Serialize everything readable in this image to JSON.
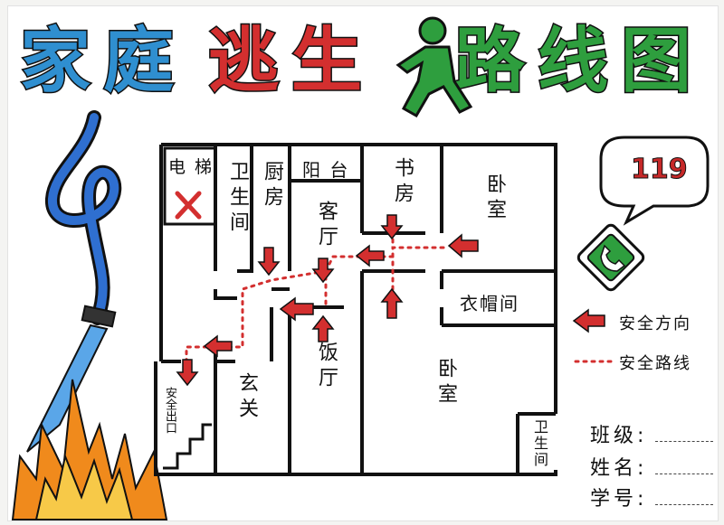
{
  "title": {
    "chars": [
      "家",
      "庭",
      "逃",
      "生",
      "路",
      "线",
      "图"
    ],
    "colors": [
      "#2f8fd0",
      "#2f8fd0",
      "#d32f2f",
      "#d32f2f",
      "#2e9e3e",
      "#2e9e3e",
      "#2e9e3e"
    ]
  },
  "rooms": {
    "elevator": "电 梯",
    "bathroom_1": "卫生间",
    "kitchen": "厨房",
    "balcony": "阳 台",
    "living_room": "客厅",
    "study": "书房",
    "bedroom_1": "卧室",
    "closet": "衣帽间",
    "dining_room": "饭厅",
    "entrance": "玄关",
    "safety_exit": "安全出口",
    "bedroom_2": "卧室",
    "bathroom_2": "卫生间"
  },
  "emergency": {
    "bubble_number": "119"
  },
  "legend": {
    "safe_direction": "安全方向",
    "safe_route": "安全路线"
  },
  "form": {
    "class_label": "班级:",
    "name_label": "姓名:",
    "student_id_label": "学号:"
  },
  "colors": {
    "arrow_red": "#d32f2f",
    "hose_blue": "#2f6fd0",
    "flame_orange": "#f08a1c",
    "flame_yellow": "#f7c948",
    "phone_green": "#2e9e3e"
  }
}
